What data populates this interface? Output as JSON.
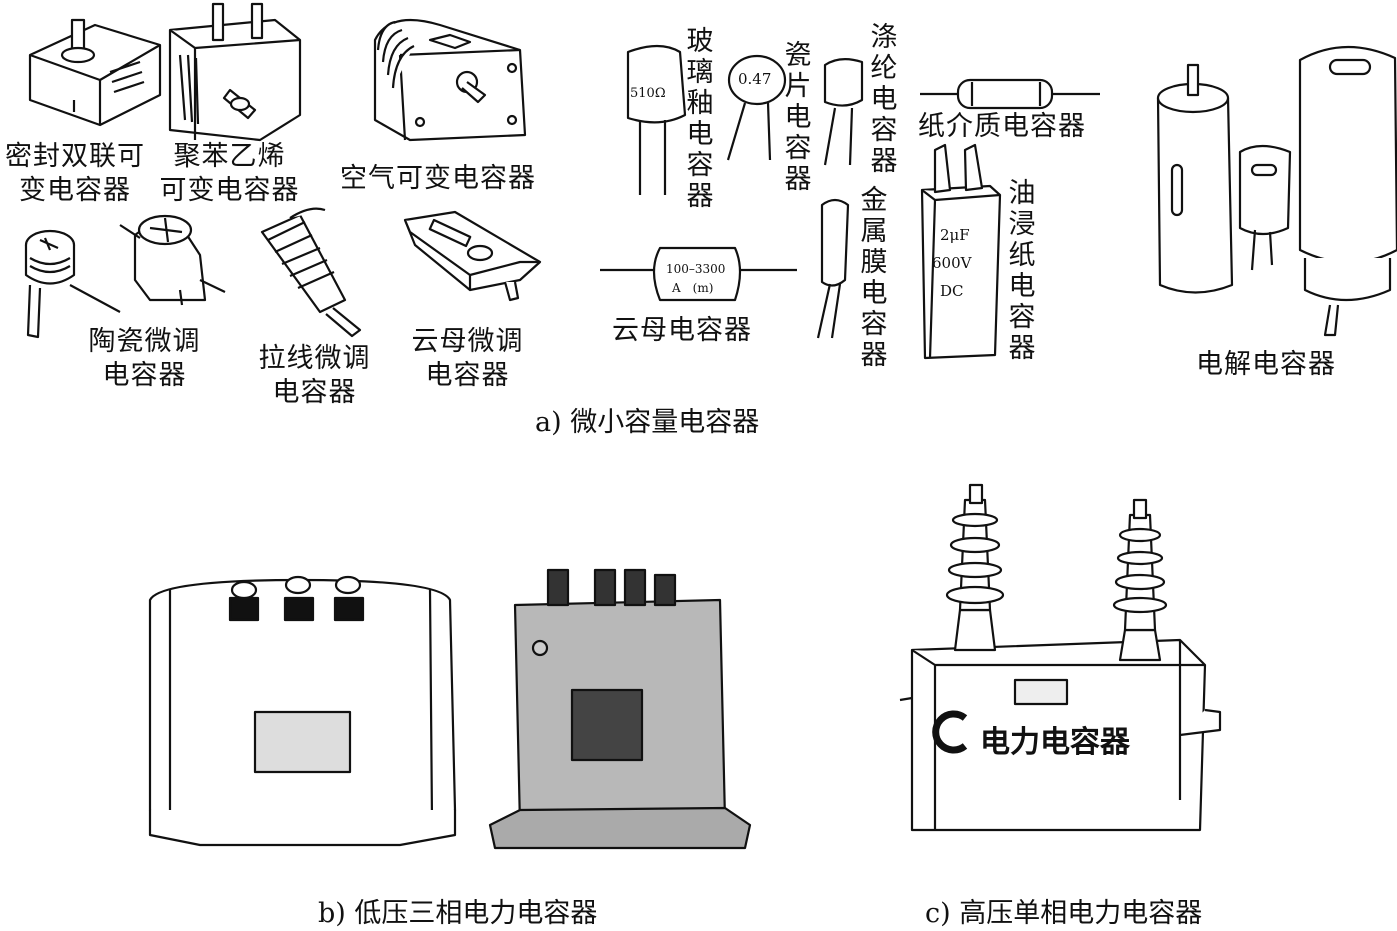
{
  "section_a": {
    "caption": "a) 微小容量电容器",
    "labels": {
      "sealed_dual_line1": "密封双联可",
      "sealed_dual_line2": "变电容器",
      "polystyrene_line1": "聚苯乙烯",
      "polystyrene_line2": "可变电容器",
      "air_variable": "空气可变电容器",
      "ceramic_trim_line1": "陶瓷微调",
      "ceramic_trim_line2": "电容器",
      "wire_trim_line1": "拉线微调",
      "wire_trim_line2": "电容器",
      "mica_trim_line1": "云母微调",
      "mica_trim_line2": "电容器",
      "glass_glaze": "玻璃釉电容器",
      "ceramic_disc": "瓷片电容器",
      "polyester": "涤纶电容器",
      "paper": "纸介质电容器",
      "mica": "云母电容器",
      "metal_film": "金属膜电容器",
      "oil_paper": "油浸纸电容器",
      "electrolytic": "电解电容器"
    },
    "markings": {
      "glass_glaze_value": "510Ω",
      "ceramic_disc_value": "0.47",
      "mica_line1": "100–3300",
      "mica_line2": "A　(m)",
      "oil_line1": "2μF",
      "oil_line2": "600V",
      "oil_line3": "DC"
    }
  },
  "section_b": {
    "caption": "b) 低压三相电力电容器"
  },
  "section_c": {
    "caption": "c) 高压单相电力电容器",
    "body_label": "电力电容器"
  }
}
